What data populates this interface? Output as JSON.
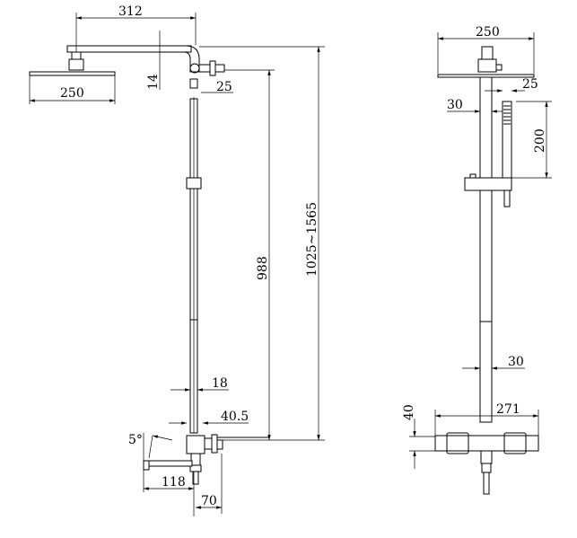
{
  "front_view": {
    "arm_length": "312",
    "head_diameter": "250",
    "arm_offset": "14",
    "connector": "25",
    "bar_length": "988",
    "height_range": "1025~1565",
    "pipe_diameter": "18",
    "valve_offset": "40.5",
    "spout_angle": "5°",
    "spout_length": "118",
    "wall_depth": "70"
  },
  "side_view": {
    "head_diameter": "250",
    "hand_shower_offset": "25",
    "bar_width_top": "30",
    "hand_shower_length": "200",
    "bar_width_bottom": "30",
    "mixer_width": "271",
    "mixer_height": "40"
  }
}
